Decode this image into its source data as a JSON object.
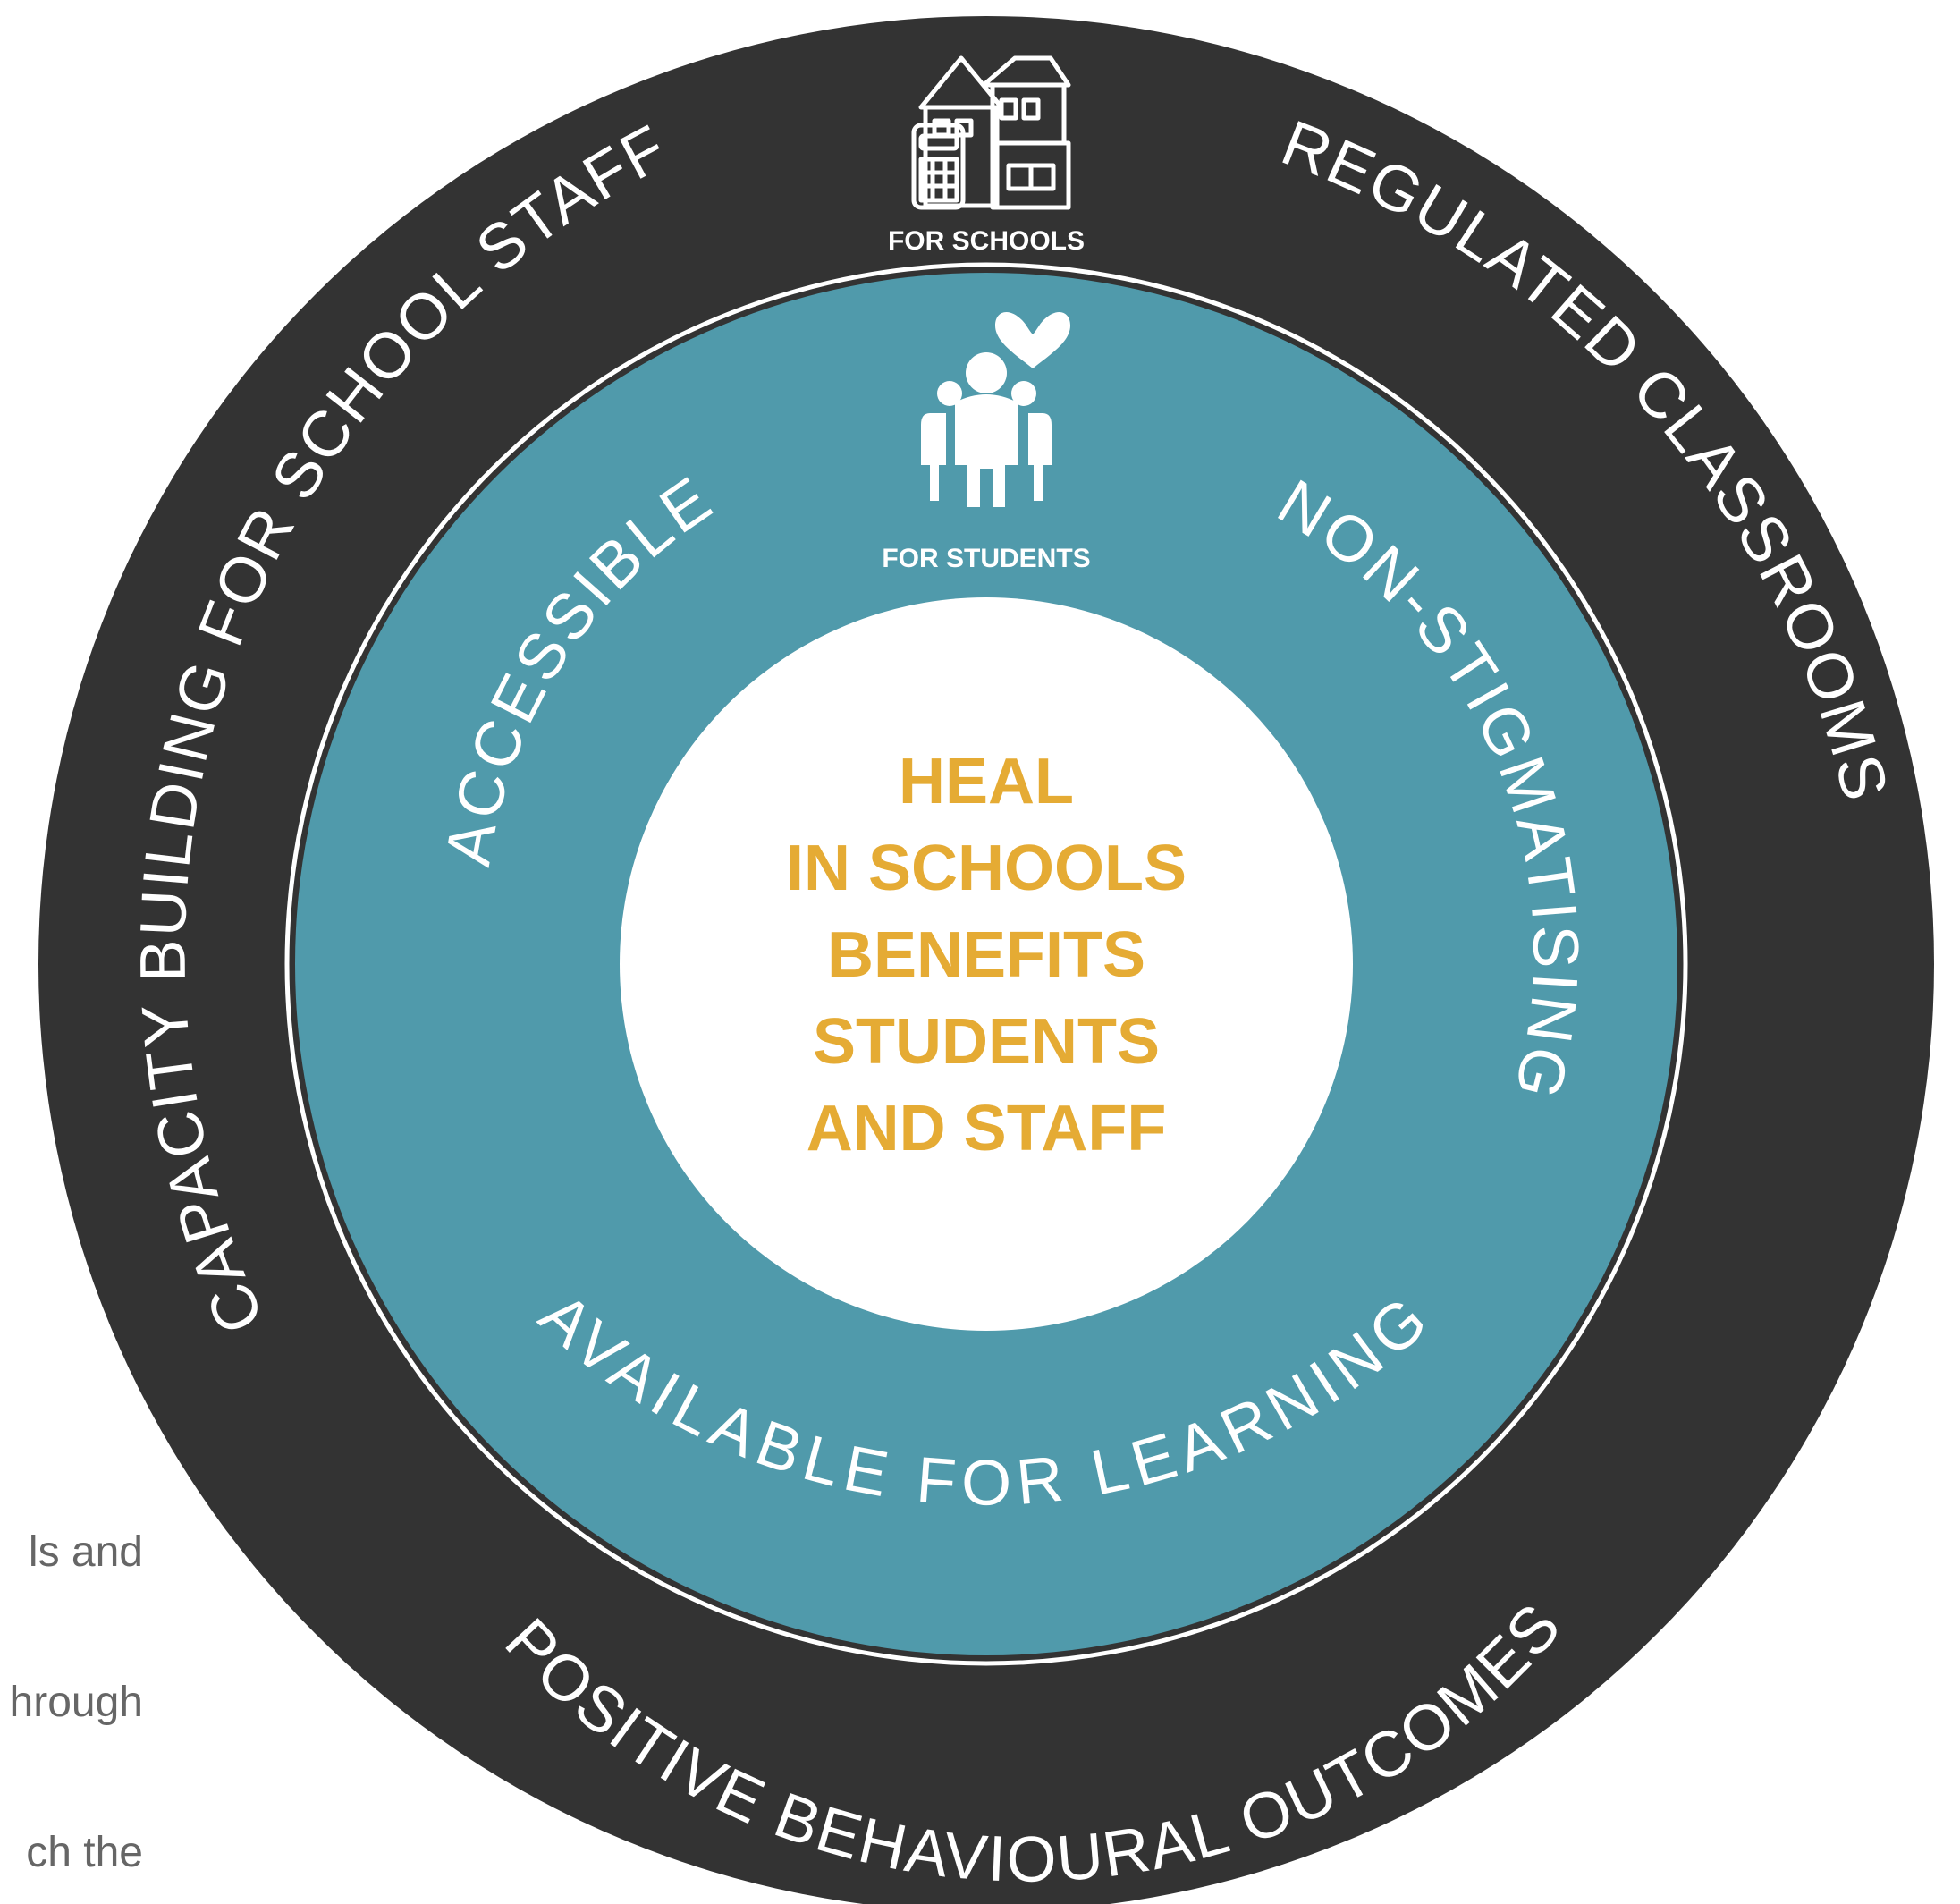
{
  "colors": {
    "outer_ring": "#333333",
    "inner_ring": "#509aab",
    "center": "#ffffff",
    "ring_text": "#ffffff",
    "center_text": "#e5ab34",
    "body_text": "#666666"
  },
  "outer_ring": {
    "top_label": "FOR SCHOOLS",
    "top_icon": "school-buildings-icon",
    "labels": {
      "upper_left": "CAPACITY BUILDING FOR SCHOOL STAFF",
      "upper_right": "REGULATED CLASSROOMS",
      "bottom": "POSITIVE BEHAVIOURAL OUTCOMES"
    }
  },
  "inner_ring": {
    "top_label": "FOR STUDENTS",
    "top_icon": "family-heart-icon",
    "labels": {
      "left": "ACCESSIBLE",
      "right": "NON-STIGMATISING",
      "bottom": "AVAILABLE FOR LEARNING"
    }
  },
  "center": {
    "lines": [
      "HEAL",
      "IN SCHOOLS",
      "BENEFITS",
      "STUDENTS",
      "AND STAFF"
    ]
  },
  "side_text": {
    "lines": [
      "ls and",
      "hrough",
      "ch the"
    ]
  }
}
